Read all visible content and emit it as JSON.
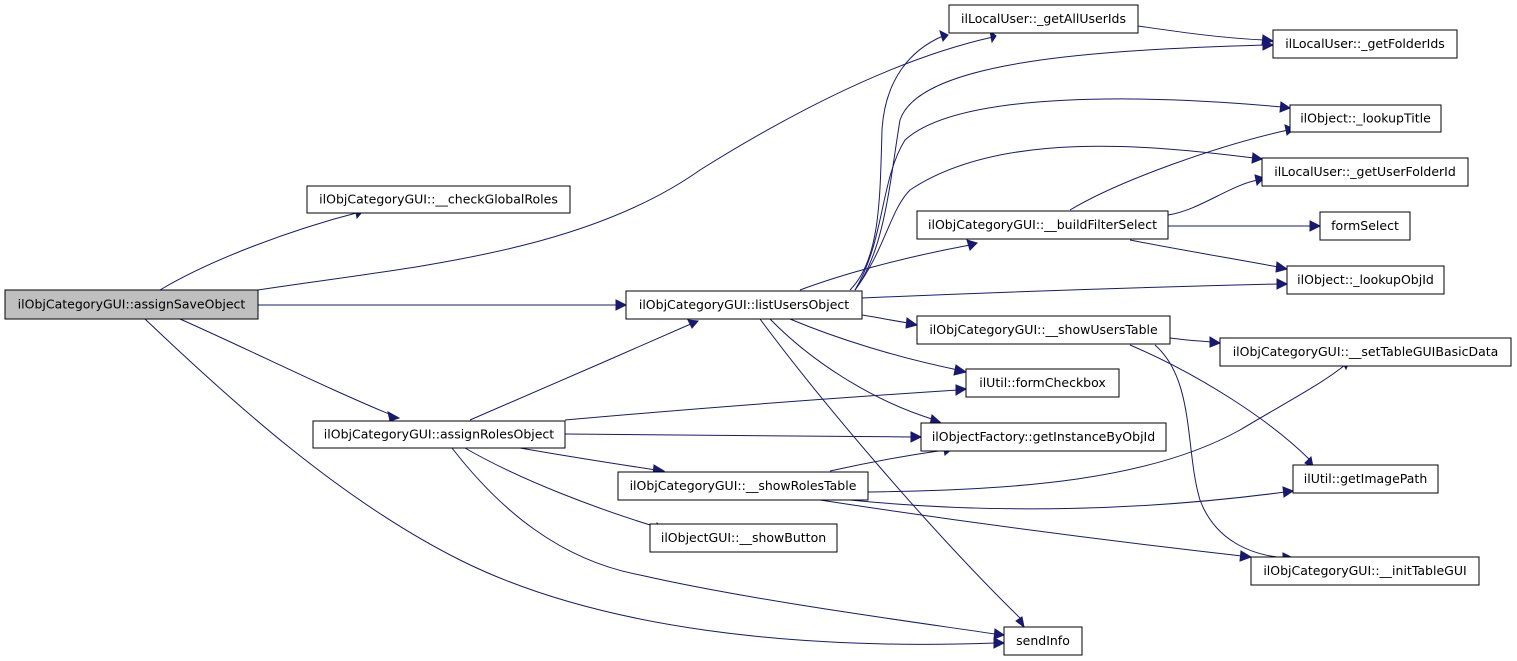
{
  "colors": {
    "edge": "#191970",
    "root_fill": "#bfbfbf",
    "node_fill": "#ffffff",
    "border": "#000000"
  },
  "nodes": {
    "assignSaveObject": "ilObjCategoryGUI::assignSaveObject",
    "checkGlobalRoles": "ilObjCategoryGUI::__checkGlobalRoles",
    "assignRolesObject": "ilObjCategoryGUI::assignRolesObject",
    "listUsersObject": "ilObjCategoryGUI::listUsersObject",
    "showRolesTable": "ilObjCategoryGUI::__showRolesTable",
    "showButton": "ilObjectGUI::__showButton",
    "getAllUserIds": "ilLocalUser::_getAllUserIds",
    "getFolderIds": "ilLocalUser::_getFolderIds",
    "lookupTitle": "ilObject::_lookupTitle",
    "getUserFolderId": "ilLocalUser::_getUserFolderId",
    "buildFilterSelect": "ilObjCategoryGUI::__buildFilterSelect",
    "formSelect": "formSelect",
    "lookupObjId": "ilObject::_lookupObjId",
    "showUsersTable": "ilObjCategoryGUI::__showUsersTable",
    "setTableGUIBasicData": "ilObjCategoryGUI::__setTableGUIBasicData",
    "formCheckbox": "ilUtil::formCheckbox",
    "getInstanceByObjId": "ilObjectFactory::getInstanceByObjId",
    "getImagePath": "ilUtil::getImagePath",
    "initTableGUI": "ilObjCategoryGUI::__initTableGUI",
    "sendInfo": "sendInfo"
  }
}
